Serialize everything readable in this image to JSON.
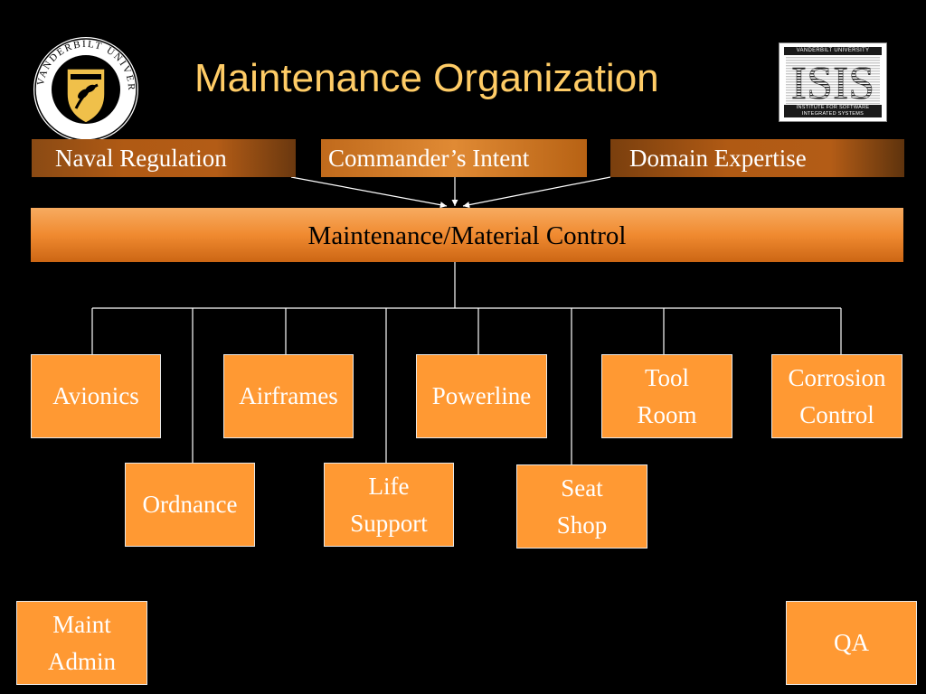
{
  "title": "Maintenance Organization",
  "logos": {
    "vanderbilt_seal_text": "VANDERBILT UNIVERSITY",
    "isis_header": "VANDERBILT UNIVERSITY",
    "isis_mark": "ISIS",
    "isis_footer": "INSTITUTE FOR SOFTWARE INTEGRATED SYSTEMS"
  },
  "inputs": {
    "naval_regulation": "Naval Regulation",
    "commanders_intent": "Commander’s Intent",
    "domain_expertise": "Domain Expertise"
  },
  "control": "Maintenance/Material Control",
  "units": {
    "avionics": "Avionics",
    "airframes": "Airframes",
    "powerline": "Powerline",
    "tool_room": "Tool\nRoom",
    "corrosion_control": "Corrosion\nControl",
    "ordnance": "Ordnance",
    "life_support": "Life\nSupport",
    "seat_shop": "Seat\nShop"
  },
  "side_units": {
    "maint_admin": "Maint\nAdmin",
    "qa": "QA"
  },
  "colors": {
    "title": "#FFCC66",
    "box_fill": "#FF9933",
    "control_bar": "#F08A30",
    "background": "#000000"
  }
}
